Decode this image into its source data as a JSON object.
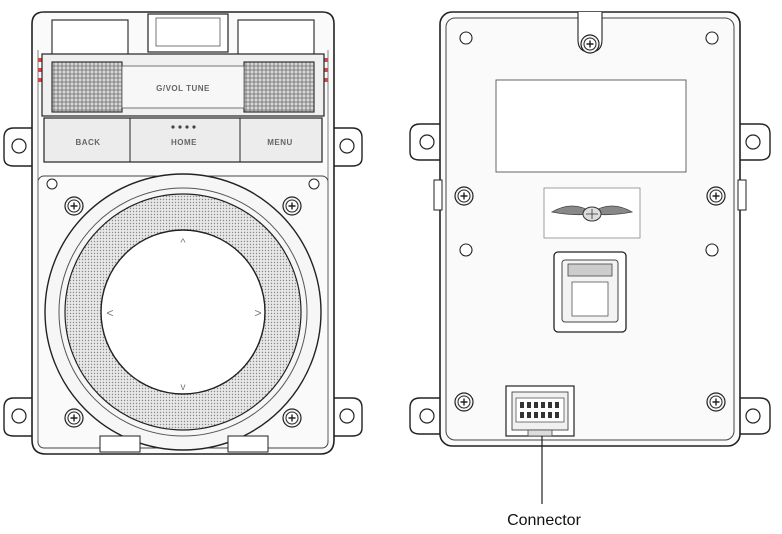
{
  "front_unit": {
    "top_label": "G/VOL TUNE",
    "buttons": [
      "BACK",
      "HOME",
      "MENU"
    ],
    "arrows": {
      "up": "^",
      "down": "v",
      "left": "<",
      "right": ">"
    }
  },
  "rear_unit": {
    "emblem_icon": "winged-emblem-icon",
    "connector_label": "Connector"
  },
  "colors": {
    "line": "#222222",
    "panel": "#f2f2f2",
    "light": "#dddddd",
    "accent": "#d04a4a"
  }
}
